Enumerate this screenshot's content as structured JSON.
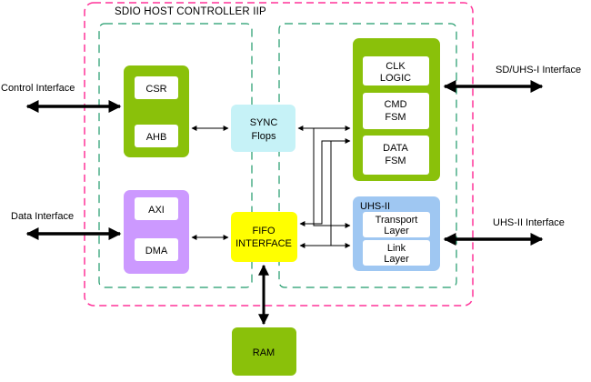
{
  "title": "SDIO HOST CONTROLLER IIP",
  "external": {
    "control": "Control Interface",
    "data": "Data Interface",
    "sd_uhs1": "SD/UHS-I Interface",
    "uhs2": "UHS-II Interface"
  },
  "blocks": {
    "csr": "CSR",
    "ahb": "AHB",
    "axi": "AXI",
    "dma": "DMA",
    "sync_line1": "SYNC",
    "sync_line2": "Flops",
    "fifo_line1": "FIFO",
    "fifo_line2": "INTERFACE",
    "clk_line1": "CLK",
    "clk_line2": "LOGIC",
    "cmd_line1": "CMD",
    "cmd_line2": "FSM",
    "data_line1": "DATA",
    "data_line2": "FSM",
    "uhs2_title": "UHS-II",
    "transport_line1": "Transport",
    "transport_line2": "Layer",
    "link_line1": "Link",
    "link_line2": "Layer",
    "ram": "RAM"
  },
  "colors": {
    "green": "#8ac10a",
    "purple": "#cc99ff",
    "cyan": "#c6f2f7",
    "yellow": "#ffff00",
    "blue": "#9fc7f2",
    "magenta_border": "#ff3399",
    "teal_dash": "#1f9a6a"
  }
}
